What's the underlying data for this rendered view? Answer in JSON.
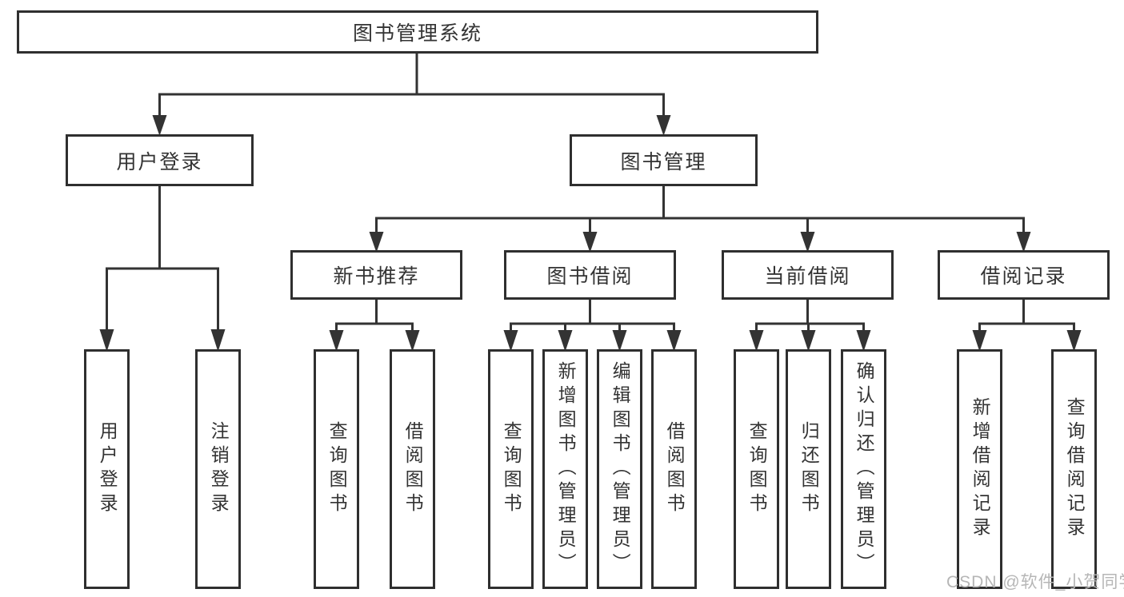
{
  "watermark": "CSDN @软件_小贺同学",
  "colors": {
    "line": "#333333",
    "border": "#2f2f2f",
    "text": "#333333",
    "watermark_text": "#b6b6b6",
    "background": "#ffffff"
  },
  "tree": {
    "root": "图书管理系统",
    "branches": [
      {
        "label": "用户登录",
        "leaves": [
          "用户登录",
          "注销登录"
        ]
      },
      {
        "label": "图书管理",
        "groups": [
          {
            "label": "新书推荐",
            "leaves": [
              "查询图书",
              "借阅图书"
            ]
          },
          {
            "label": "图书借阅",
            "leaves": [
              "查询图书",
              "新增图书（管理员）",
              "编辑图书（管理员）",
              "借阅图书"
            ]
          },
          {
            "label": "当前借阅",
            "leaves": [
              "查询图书",
              "归还图书",
              "确认归还（管理员）"
            ]
          },
          {
            "label": "借阅记录",
            "leaves": [
              "新增借阅记录",
              "查询借阅记录"
            ]
          }
        ]
      }
    ]
  }
}
